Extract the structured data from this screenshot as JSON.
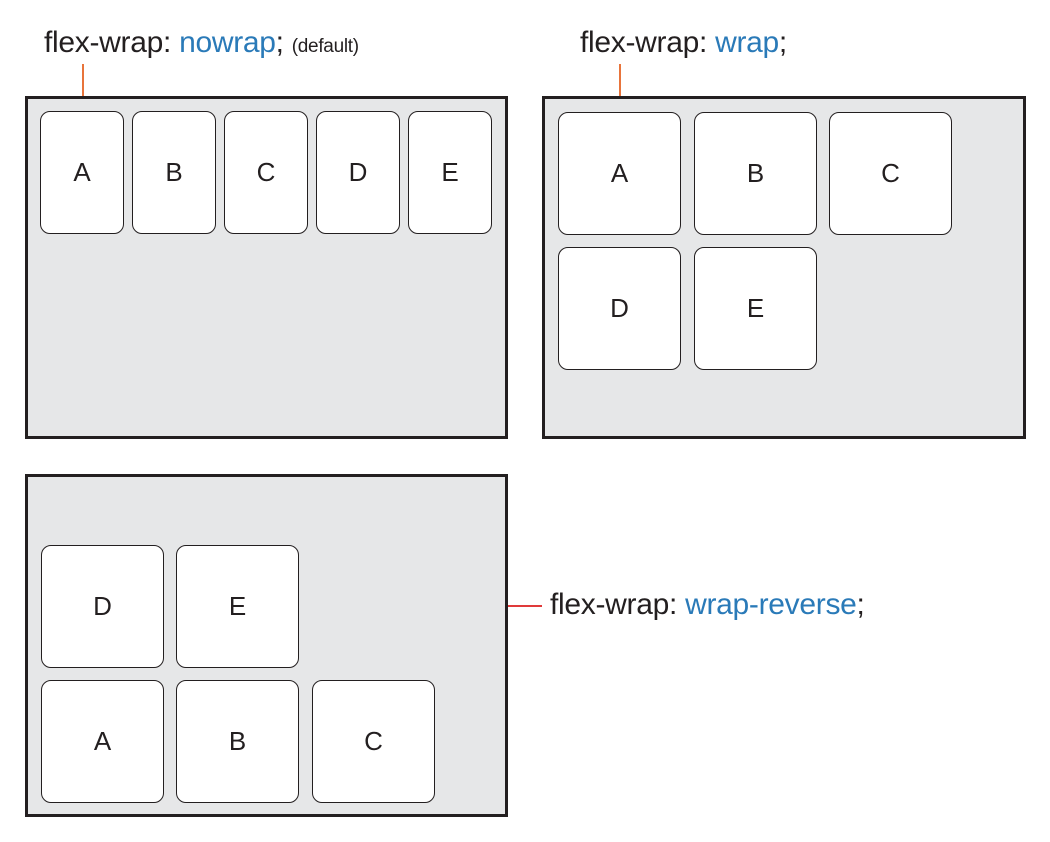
{
  "diagrams": [
    {
      "id": "nowrap",
      "property": "flex-wrap: ",
      "value": "nowrap",
      "semicolon": ";",
      "note": "(default)",
      "items": [
        "A",
        "B",
        "C",
        "D",
        "E"
      ]
    },
    {
      "id": "wrap",
      "property": "flex-wrap: ",
      "value": "wrap",
      "semicolon": ";",
      "items": [
        "A",
        "B",
        "C",
        "D",
        "E"
      ]
    },
    {
      "id": "wrap-reverse",
      "property": "flex-wrap: ",
      "value": "wrap-reverse",
      "semicolon": ";",
      "items": [
        "A",
        "B",
        "C",
        "D",
        "E"
      ]
    }
  ],
  "colors": {
    "value_text": "#2a7ab8",
    "container_bg": "#e6e7e8",
    "border": "#231f20",
    "connector_top": "#e8743b",
    "connector_side": "#e03a3a"
  }
}
